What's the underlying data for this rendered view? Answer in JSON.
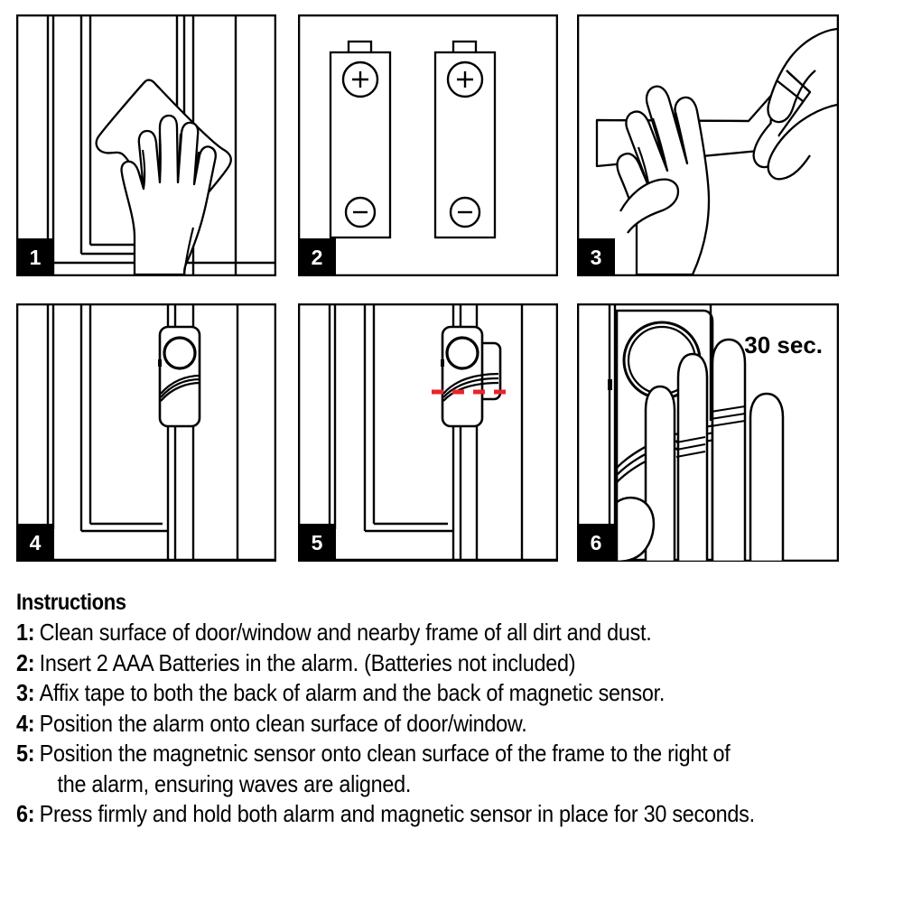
{
  "document": {
    "title": "Door/Window Alarm Installation Instructions",
    "heading": "Instructions"
  },
  "panels": [
    {
      "number": "1",
      "name": "clean-surface-panel",
      "caption": "Hand wiping window surface with a cloth",
      "scene": "window-wipe",
      "badge": "1"
    },
    {
      "number": "2",
      "name": "insert-batteries-panel",
      "caption": "Two AAA batteries with plus and minus terminals",
      "scene": "batteries",
      "badge": "2",
      "battery_terminals": {
        "positive": "+",
        "negative": "−"
      },
      "battery_count": 2
    },
    {
      "number": "3",
      "name": "affix-tape-panel",
      "caption": "Two hands affixing adhesive tape strip",
      "scene": "tape-hands",
      "badge": "3"
    },
    {
      "number": "4",
      "name": "position-alarm-panel",
      "caption": "Alarm unit positioned on door/window surface",
      "scene": "alarm-on-window",
      "badge": "4"
    },
    {
      "number": "5",
      "name": "position-sensor-panel",
      "caption": "Magnetic sensor positioned to right of alarm, waves aligned",
      "scene": "alarm-plus-sensor",
      "badge": "5",
      "alignment_guide": {
        "style": "dashed",
        "color": "#e8252a",
        "label": ""
      }
    },
    {
      "number": "6",
      "name": "press-hold-panel",
      "caption": "Hand pressing and holding alarm in place",
      "scene": "hand-press",
      "badge": "6",
      "timer_label": "30 sec."
    }
  ],
  "instructions": [
    {
      "num": "1:",
      "text": "Clean surface of door/window and nearby frame of all dirt and dust."
    },
    {
      "num": "2:",
      "text": "Insert 2 AAA Batteries in the alarm. (Batteries not included)"
    },
    {
      "num": "3:",
      "text": "Affix tape to both the back of alarm and the back of magnetic sensor."
    },
    {
      "num": "4:",
      "text": "Position the alarm onto clean surface of door/window."
    },
    {
      "num": "5:",
      "text": "Position the magnetnic sensor onto clean surface of the frame to the right of",
      "continuation": "the alarm, ensuring waves are aligned."
    },
    {
      "num": "6:",
      "text": "Press firmly and hold both alarm and magnetic sensor in place for 30 seconds."
    }
  ],
  "colors": {
    "ink": "#000000",
    "paper": "#ffffff",
    "badge_background": "#000000",
    "badge_text": "#ffffff",
    "alignment_red": "#e8252a"
  }
}
